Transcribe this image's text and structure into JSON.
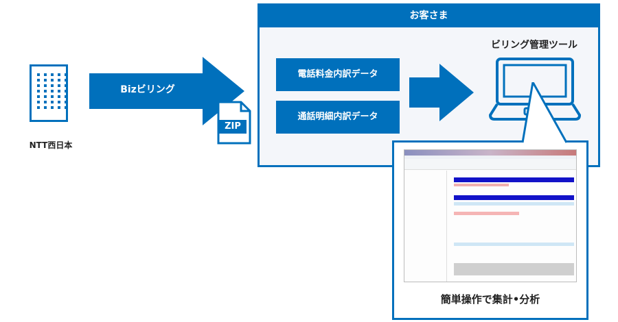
{
  "colors": {
    "brand_blue": "#0070BC",
    "panel_bg": "#F4F6FA"
  },
  "provider": {
    "label": "NTT西日本",
    "icon": "building-icon"
  },
  "transfer": {
    "label": "Bizビリング",
    "file_badge": "ZIP",
    "icon": "zip-file-icon"
  },
  "customer": {
    "title": "お客さま",
    "data_items": [
      {
        "label": "電話料金内訳データ"
      },
      {
        "label": "通話明細内訳データ"
      }
    ],
    "tool": {
      "label": "ビリング管理ツール",
      "icon": "laptop-icon"
    }
  },
  "callout": {
    "caption": "簡単操作で集計•分析",
    "screenshot": "billing-tool-screenshot"
  }
}
